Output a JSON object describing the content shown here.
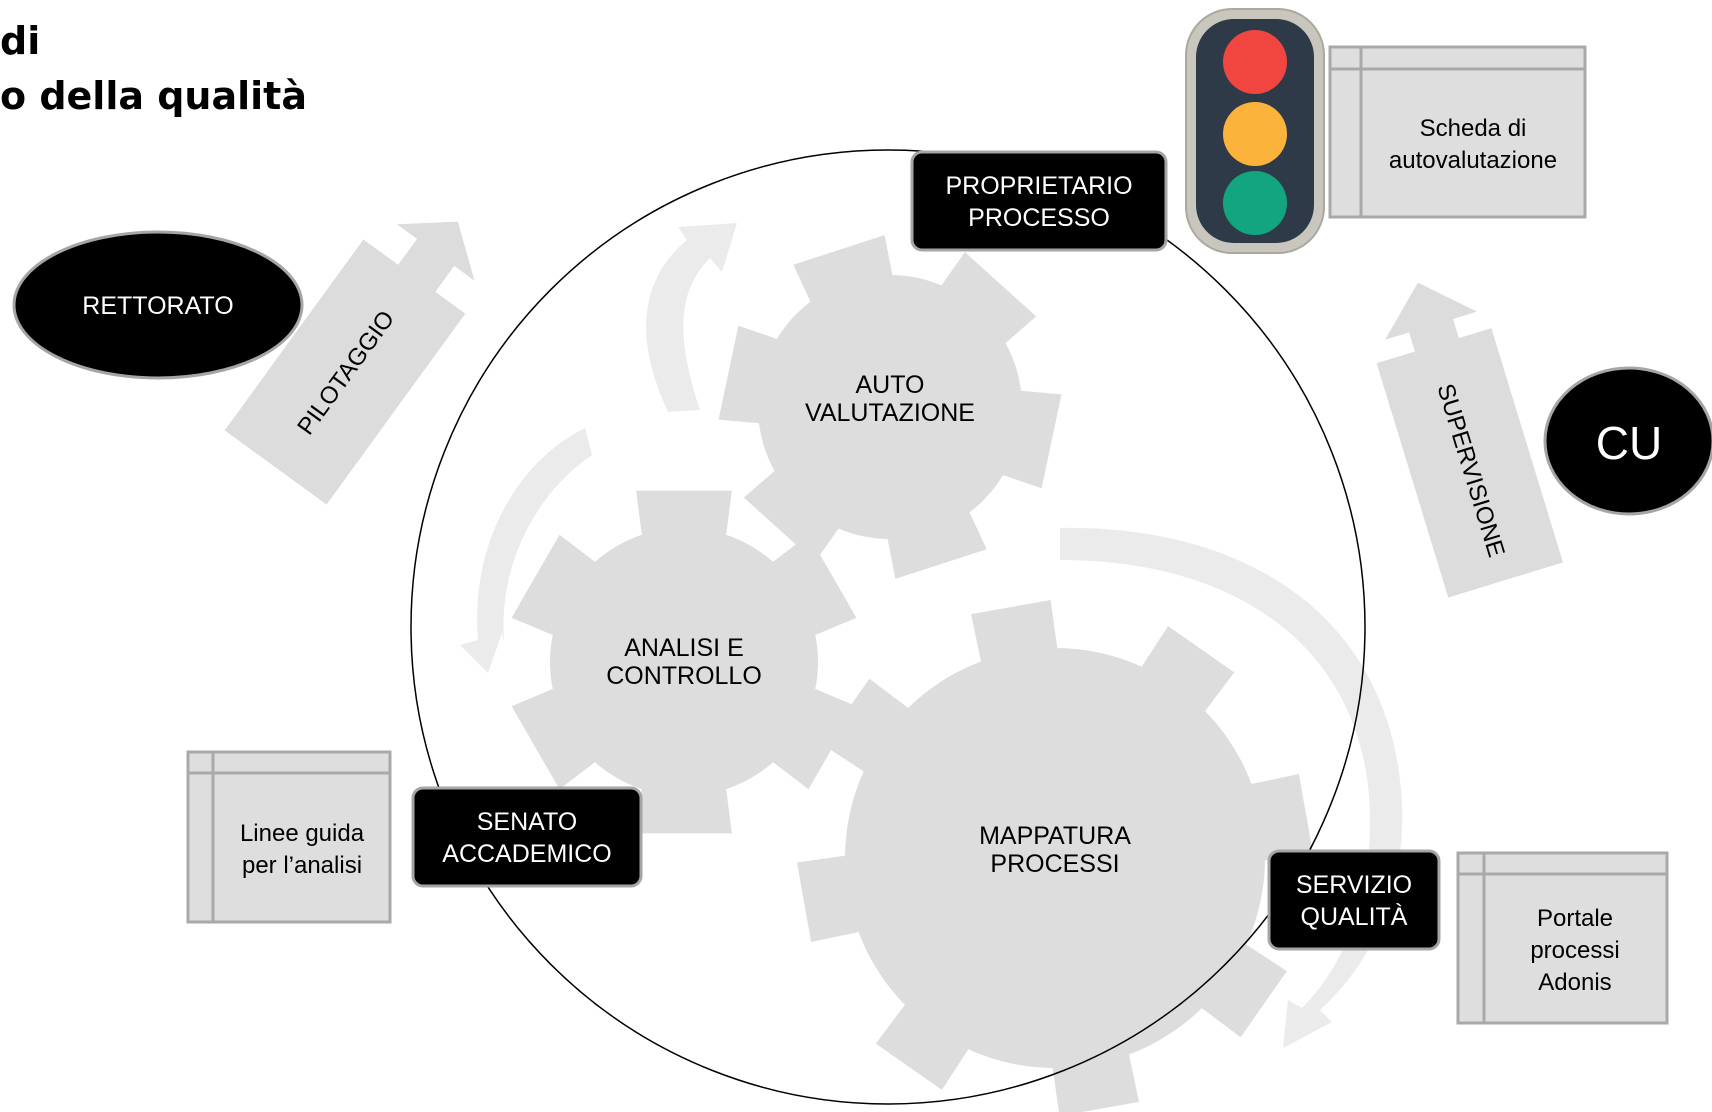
{
  "title": {
    "line1": "di",
    "line2": "o della qualità"
  },
  "actors": {
    "rettorato": "RETTORATO",
    "cu": "CU"
  },
  "arrows": {
    "pilotaggio": "PILOTAGGIO",
    "supervisione": "SUPERVISIONE"
  },
  "gears": {
    "autovalutazione": [
      "AUTO",
      "VALUTAZIONE"
    ],
    "analisi_controllo": [
      "ANALISI E",
      "CONTROLLO"
    ],
    "mappatura_processi": [
      "MAPPATURA",
      "PROCESSI"
    ]
  },
  "roles": {
    "proprietario_processo": [
      "PROPRIETARIO",
      "PROCESSO"
    ],
    "senato_accademico": [
      "SENATO",
      "ACCADEMICO"
    ],
    "servizio_qualita": [
      "SERVIZIO",
      "QUALITÀ"
    ]
  },
  "documents": {
    "scheda_autovalutazione": [
      "Scheda di",
      "autovalutazione"
    ],
    "linee_guida": [
      "Linee guida",
      "per l’analisi"
    ],
    "portale_processi": [
      "Portale",
      "processi",
      "Adonis"
    ]
  },
  "colors": {
    "gear": "#dddddd",
    "arrow": "#ebebeb",
    "actor_fill": "#000000",
    "document_fill": "#dedede",
    "document_border": "#a9a9a9",
    "traffic_red": "#f0463f",
    "traffic_yellow": "#fbb33b",
    "traffic_green": "#12a580",
    "traffic_body": "#2e3a48",
    "traffic_frame": "#c9c7bd"
  },
  "icons": [
    "traffic-light-icon",
    "gear-icon",
    "cycle-arrow-icon",
    "document-icon"
  ]
}
